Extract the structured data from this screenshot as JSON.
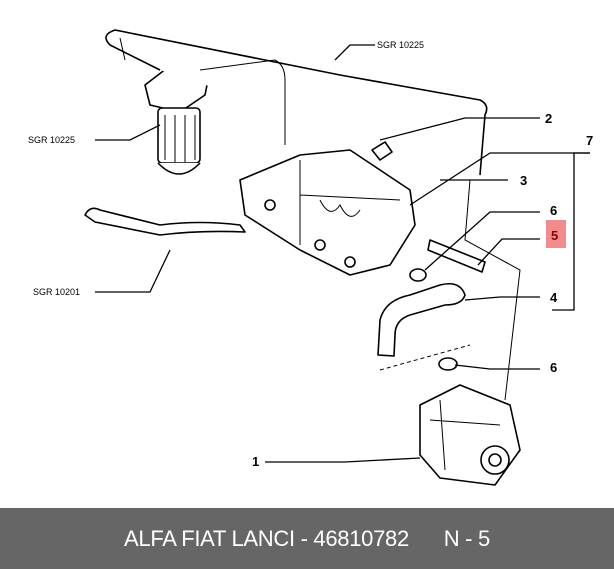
{
  "diagram": {
    "refs": {
      "top_right": "SGR 10225",
      "left": "SGR 10225",
      "bottom_left": "SGR 10201"
    },
    "callouts": {
      "c1": "1",
      "c2": "2",
      "c3": "3",
      "c4": "4",
      "c5": "5",
      "c6a": "6",
      "c6b": "6",
      "c7": "7"
    },
    "highlight_color": "#f28b8b",
    "highlight_text_color": "#8b0000"
  },
  "footer": {
    "part_text": "ALFA FIAT LANCI - 46810782",
    "position_text": "N - 5"
  }
}
